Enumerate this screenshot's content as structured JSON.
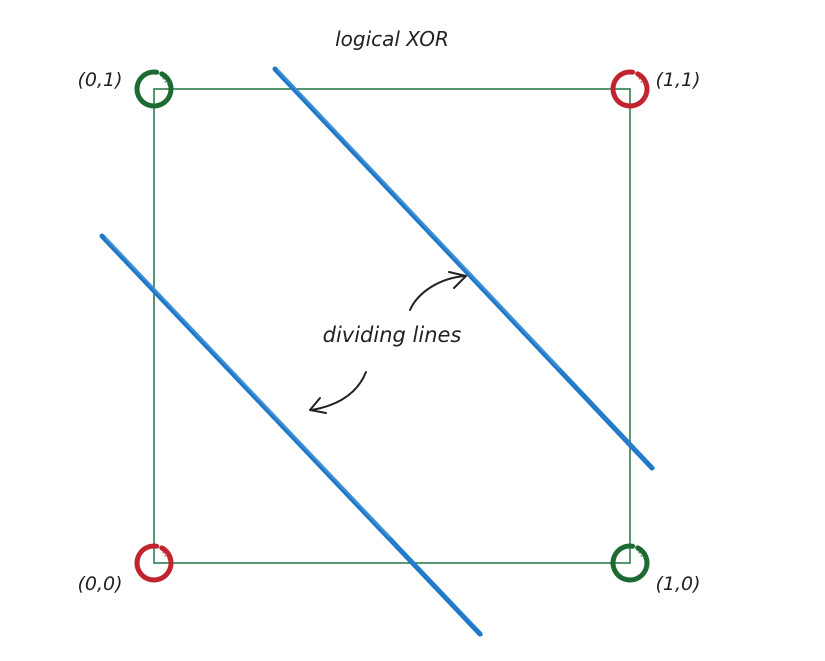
{
  "title": "logical XOR",
  "annotation": "dividing lines",
  "points": [
    {
      "label": "(0,0)",
      "x": 0,
      "y": 0,
      "xor": 0,
      "color": "#c0242f"
    },
    {
      "label": "(0,1)",
      "x": 0,
      "y": 1,
      "xor": 1,
      "color": "#1d6b32"
    },
    {
      "label": "(1,0)",
      "x": 1,
      "y": 0,
      "xor": 1,
      "color": "#1d6b32"
    },
    {
      "label": "(1,1)",
      "x": 1,
      "y": 1,
      "xor": 0,
      "color": "#c0242f"
    }
  ],
  "colors": {
    "square": "#2e7d4f",
    "dividing_line": "#1f78c8",
    "arrow": "#222222",
    "text": "#222222"
  }
}
